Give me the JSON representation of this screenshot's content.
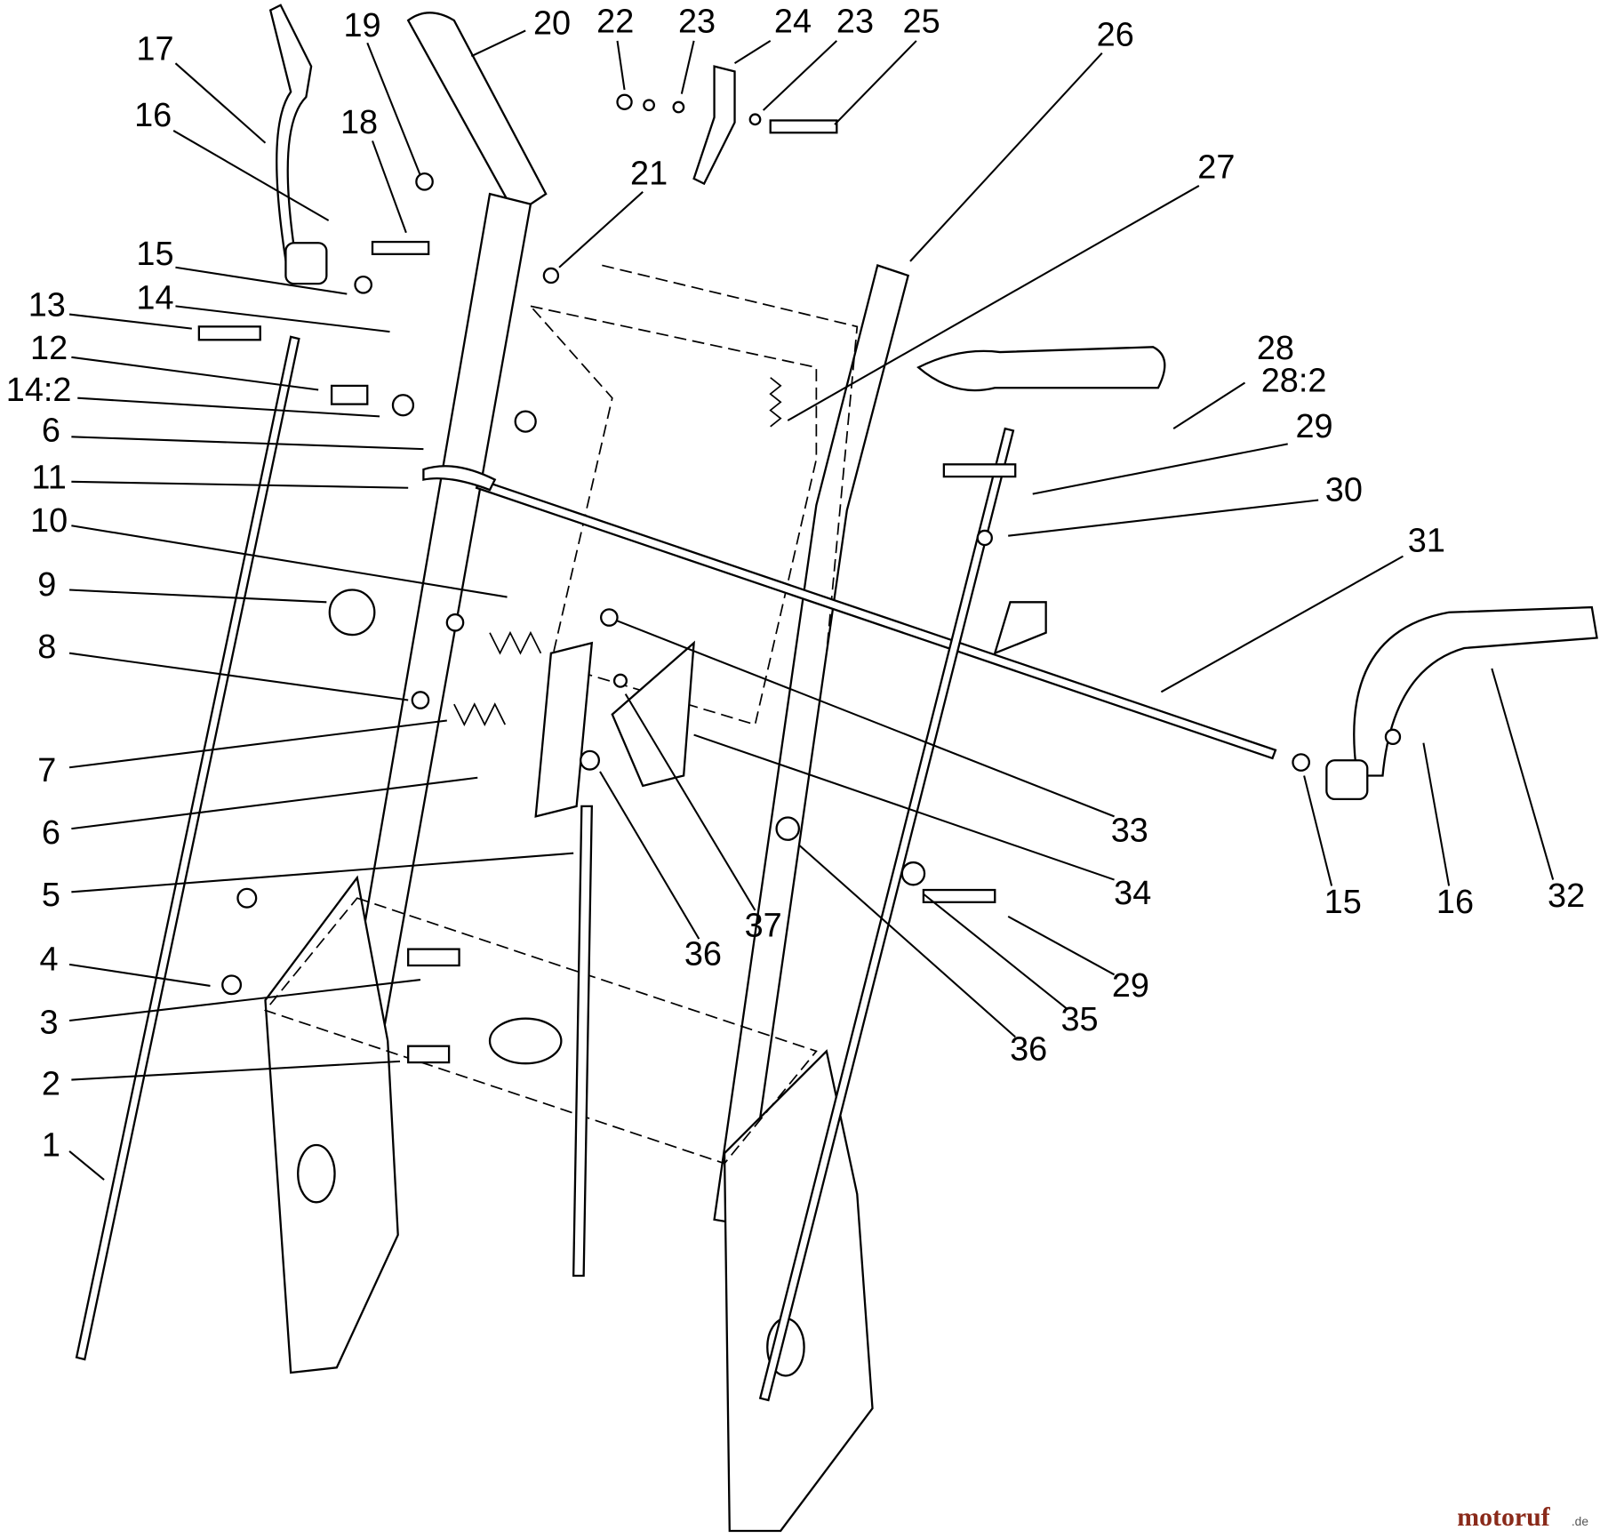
{
  "diagram": {
    "type": "exploded-parts-diagram",
    "callouts": [
      "17",
      "16",
      "19",
      "18",
      "20",
      "22",
      "23",
      "24",
      "23",
      "25",
      "26",
      "21",
      "27",
      "15",
      "13",
      "14",
      "12",
      "14:2",
      "6",
      "11",
      "10",
      "9",
      "8",
      "7",
      "6",
      "5",
      "4",
      "3",
      "2",
      "1",
      "28",
      "28:2",
      "29",
      "30",
      "31",
      "33",
      "34",
      "32",
      "15",
      "16",
      "29",
      "35",
      "36",
      "36",
      "37"
    ],
    "watermark": {
      "brand": "motoruf",
      "suffix": ".de"
    }
  }
}
